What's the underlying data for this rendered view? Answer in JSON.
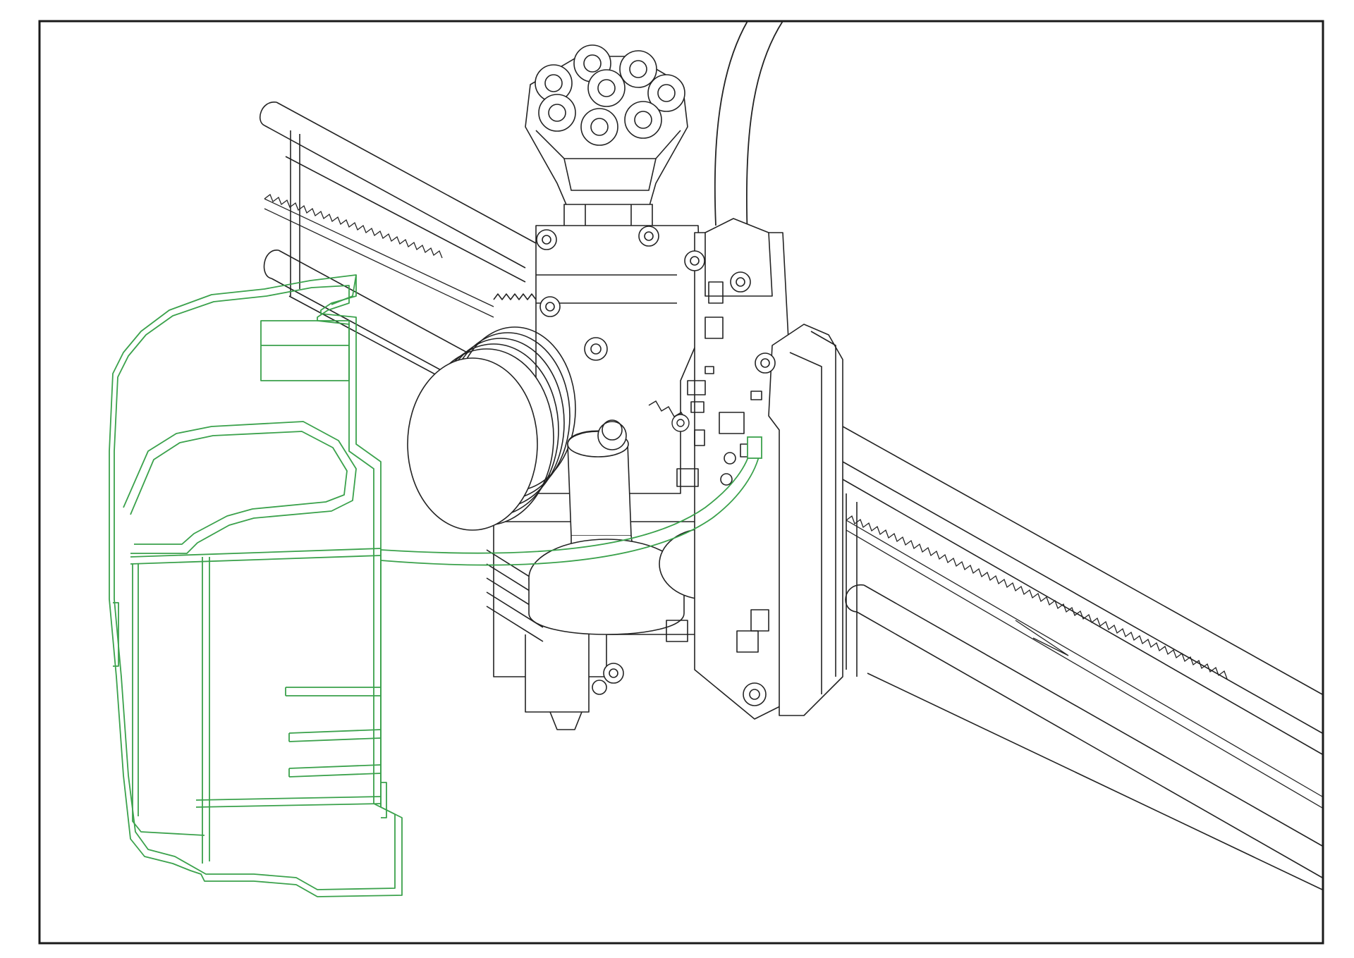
{
  "figure": {
    "style": "technical line drawing",
    "colors": {
      "background": "#ffffff",
      "frame": "#1a1a1a",
      "mechanism_line": "#222222",
      "highlight_line": "#3aa14b"
    },
    "parts": [
      {
        "id": "x-axis-rail",
        "highlighted": false
      },
      {
        "id": "belt",
        "highlighted": false
      },
      {
        "id": "hotend-assembly",
        "highlighted": false
      },
      {
        "id": "cooling-fan",
        "highlighted": false
      },
      {
        "id": "motor",
        "highlighted": false
      },
      {
        "id": "filament-cutter-hub",
        "highlighted": false
      },
      {
        "id": "ptfe-tube",
        "highlighted": false
      },
      {
        "id": "control-board",
        "highlighted": false
      },
      {
        "id": "front-cover",
        "highlighted": true
      },
      {
        "id": "connector-cable",
        "highlighted": true
      }
    ]
  }
}
